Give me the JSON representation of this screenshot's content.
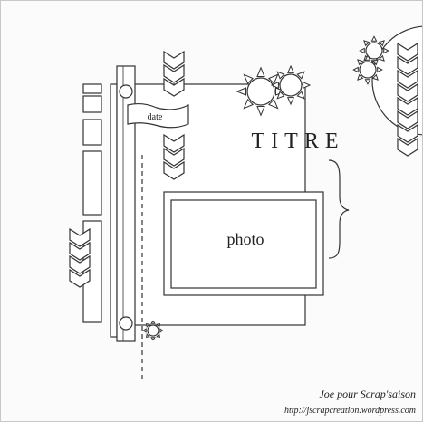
{
  "sketch": {
    "title": "TITRE",
    "photo_label": "photo",
    "date_label": "date",
    "credit": "Joe pour Scrap'saison",
    "url": "http://jscrapcreation.wordpress.com"
  },
  "colors": {
    "stroke": "#333333",
    "paper": "#ffffff",
    "background": "#fbfbfb"
  }
}
